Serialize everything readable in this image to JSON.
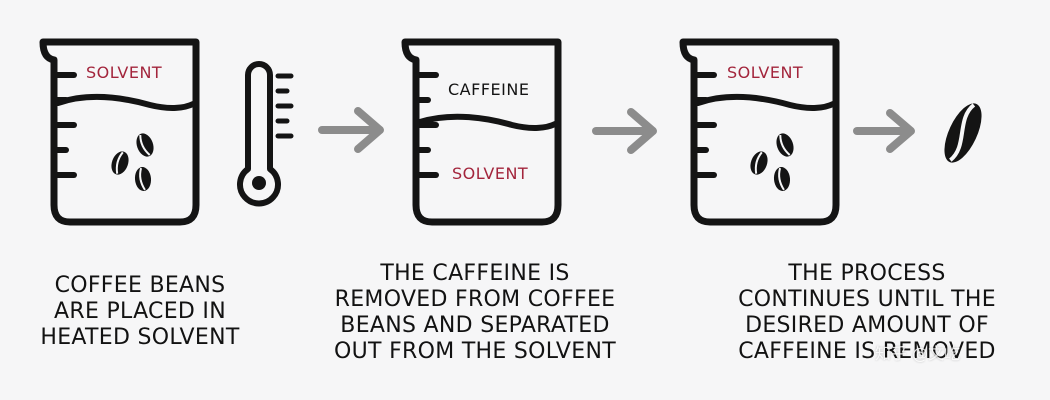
{
  "colors": {
    "ink": "#141414",
    "accent": "#a3253c",
    "arrow": "#8c8c8c",
    "background": "#f6f6f7"
  },
  "steps": [
    {
      "beaker_labels": [
        "SOLVENT"
      ],
      "caption_lines": [
        "COFFEE BEANS",
        "ARE PLACED IN",
        "HEATED SOLVENT"
      ]
    },
    {
      "beaker_labels": [
        "CAFFEINE",
        "SOLVENT"
      ],
      "caption_lines": [
        "THE CAFFEINE IS",
        "REMOVED FROM COFFEE",
        "BEANS AND SEPARATED",
        "OUT FROM THE SOLVENT"
      ]
    },
    {
      "beaker_labels": [
        "SOLVENT"
      ],
      "caption_lines": [
        "THE PROCESS",
        "CONTINUES UNTIL THE",
        "DESIRED AMOUNT OF",
        "CAFFEINE IS REMOVED"
      ]
    }
  ],
  "watermark": "知乎 @文屹"
}
